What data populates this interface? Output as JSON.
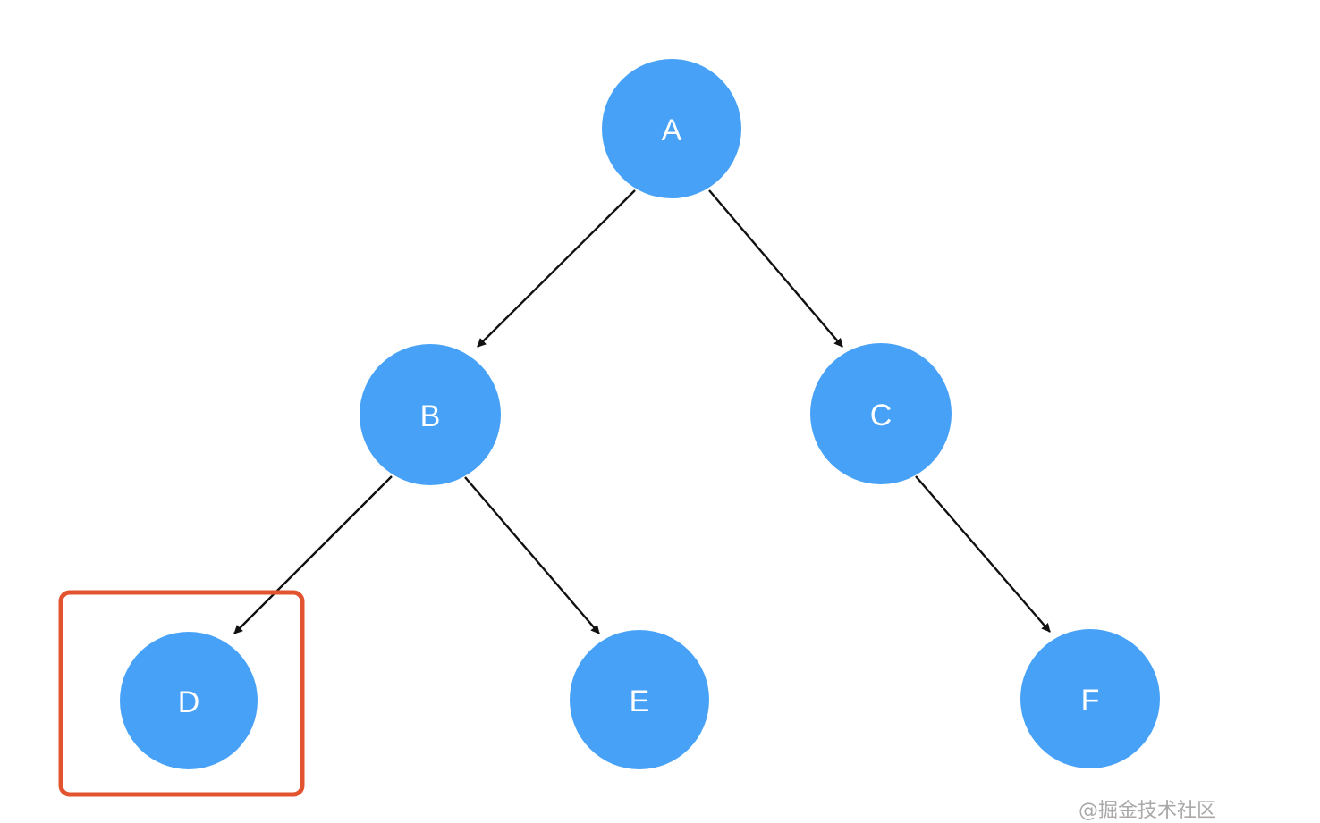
{
  "nodes": [
    {
      "id": "A",
      "label": "A"
    },
    {
      "id": "B",
      "label": "B"
    },
    {
      "id": "C",
      "label": "C"
    },
    {
      "id": "D",
      "label": "D"
    },
    {
      "id": "E",
      "label": "E"
    },
    {
      "id": "F",
      "label": "F"
    }
  ],
  "edges": [
    {
      "from": "A",
      "to": "B"
    },
    {
      "from": "A",
      "to": "C"
    },
    {
      "from": "B",
      "to": "D"
    },
    {
      "from": "B",
      "to": "E"
    },
    {
      "from": "C",
      "to": "F"
    }
  ],
  "highlighted_node": "D",
  "watermark": "@掘金技术社区",
  "colors": {
    "node_fill": "#47a2f7",
    "node_text": "#ffffff",
    "edge": "#111111",
    "highlight": "#e2542f",
    "background": "#ffffff"
  }
}
